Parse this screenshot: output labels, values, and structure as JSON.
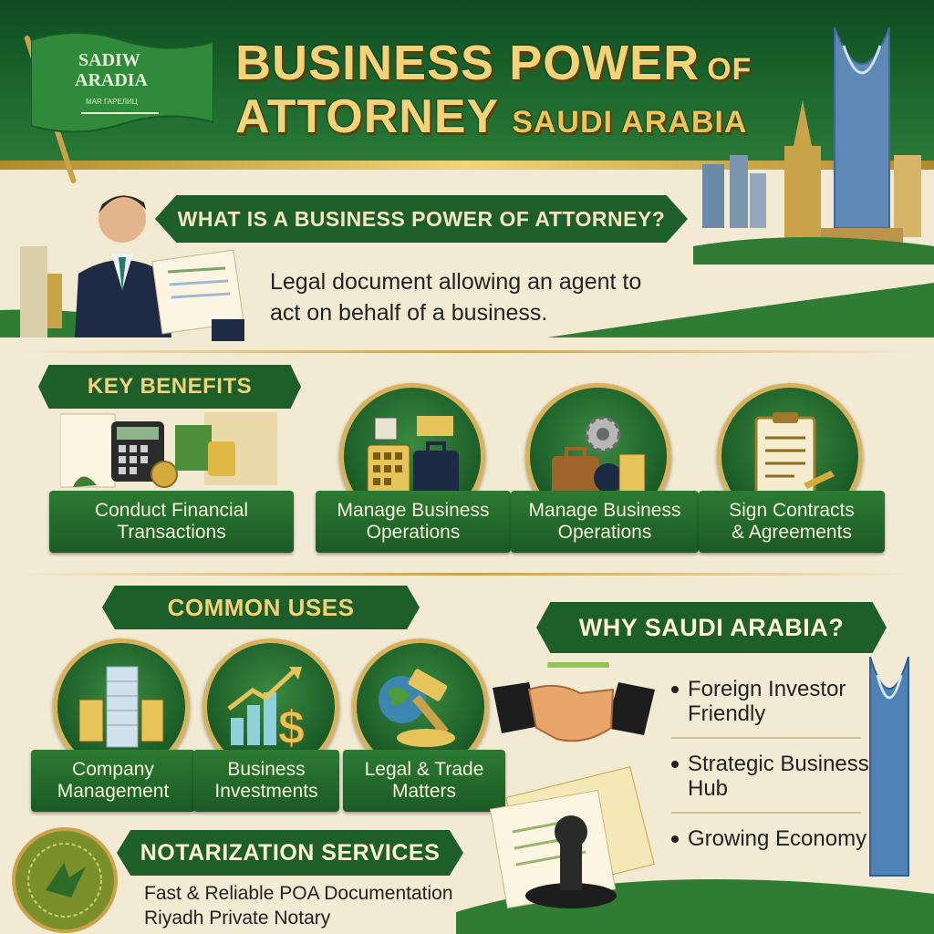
{
  "header": {
    "title_line1": "BUSINESS POWER",
    "title_of": "OF",
    "title_line2": "ATTORNEY",
    "title_country": "SAUDI ARABIA",
    "flag_text_line1": "SADIW",
    "flag_text_line2": "ARADIA",
    "flag_text_line3": "MAR ГАРЕЛИЦ"
  },
  "what_is": {
    "heading": "WHAT IS A BUSINESS POWER OF ATTORNEY?",
    "description": "Legal document allowing an agent to act on behalf of a business."
  },
  "key_benefits": {
    "heading": "KEY BENEFITS",
    "items": [
      {
        "label": "Conduct Financial\nTransactions",
        "icon": "calculator-money-icon"
      },
      {
        "label": "Manage Business\nOperations",
        "icon": "briefcase-calculator-icon"
      },
      {
        "label": "Manage Business\nOperations",
        "icon": "gear-briefcase-icon"
      },
      {
        "label": "Sign Contracts\n& Agreements",
        "icon": "clipboard-pen-icon"
      }
    ]
  },
  "common_uses": {
    "heading": "COMMON USES",
    "items": [
      {
        "label": "Company\nManagement",
        "icon": "office-building-icon"
      },
      {
        "label": "Business\nInvestments",
        "icon": "growth-chart-icon"
      },
      {
        "label": "Legal & Trade\nMatters",
        "icon": "gavel-globe-icon"
      }
    ]
  },
  "why_saudi": {
    "heading": "WHY SAUDI ARABIA?",
    "items": [
      "Foreign Investor\nFriendly",
      "Strategic Business\nHub",
      "Growing Economy"
    ]
  },
  "notary": {
    "heading": "NOTARIZATION SERVICES",
    "line1": "Fast & Reliable POA Documentation",
    "line2": "Riyadh Private Notary"
  },
  "colors": {
    "dark_green": "#1e5e2b",
    "gold": "#f1d37a",
    "parchment": "#f3ead3"
  }
}
